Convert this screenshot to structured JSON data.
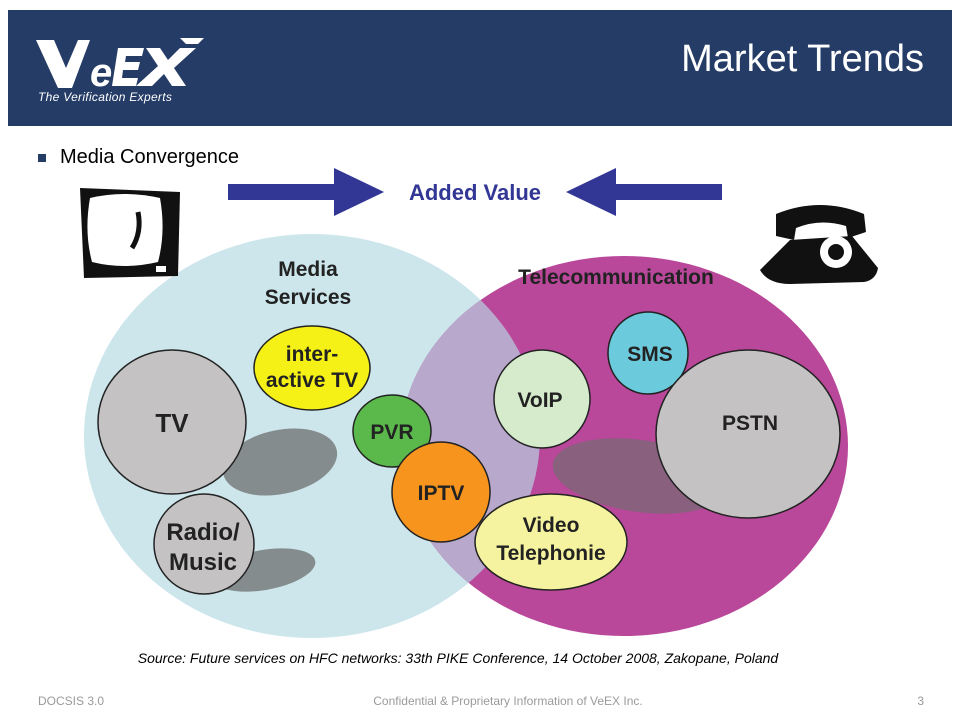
{
  "header": {
    "title": "Market Trends",
    "logo_text": "VeEX",
    "logo_tagline": "The Verification Experts",
    "colors": {
      "background": "#243c66",
      "text": "#ffffff"
    }
  },
  "bullet": {
    "text": "Media Convergence"
  },
  "diagram": {
    "arrow_label": "Added Value",
    "left_region": "Media\nServices",
    "right_region": "Telecommunication",
    "nodes": {
      "interactive_tv": "inter-\nactive TV",
      "tv": "TV",
      "pvr": "PVR",
      "iptv": "IPTV",
      "radio_music": "Radio/\nMusic",
      "voip": "VoIP",
      "sms": "SMS",
      "pstn": "PSTN",
      "video_telephonie": "Video\nTelephonie"
    },
    "colors": {
      "media_region": "#cce6ec",
      "telecom_region": "#b9479a",
      "overlap": "#b8a8cc",
      "arrow": "#323694",
      "gray_node": "#c4c2c3",
      "yellow_node": "#f5f116",
      "green_node": "#5bb94c",
      "orange_node": "#f7941d",
      "light_green_node": "#d6ebcc",
      "cyan_node": "#6ccadd",
      "light_yellow_node": "#f6f3a0"
    },
    "icons": [
      "tv-icon",
      "telephone-icon"
    ]
  },
  "source": "Source: Future services on HFC networks: 33th PIKE Conference, 14 October 2008, Zakopane, Poland",
  "footer": {
    "left": "DOCSIS 3.0",
    "center": "Confidential & Proprietary Information of VeEX Inc.",
    "page": "3"
  }
}
